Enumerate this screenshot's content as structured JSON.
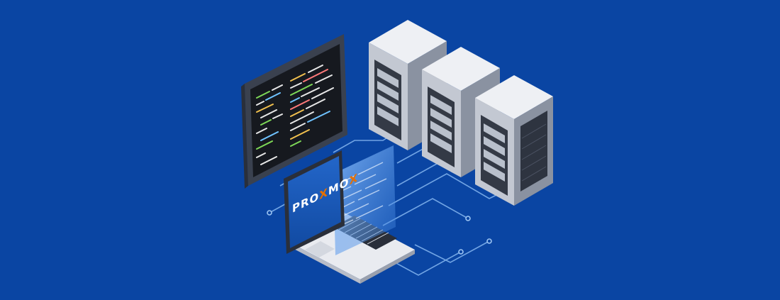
{
  "scene": {
    "background_color": "#0a45a3",
    "colors": {
      "server_light": "#eef0f4",
      "server_mid": "#c3c8d2",
      "server_dark": "#7d8594",
      "monitor_frame": "#4a5160",
      "screen_dark": "#16191f",
      "circuit_line": "#7eb0ec",
      "laptop_body": "#e9ebf0",
      "laptop_screen": "#1856b5",
      "accent_orange": "#e57000"
    },
    "logo": {
      "letters": [
        "P",
        "R",
        "O",
        "X",
        "M",
        "O",
        "X"
      ],
      "accent_letters": [
        "X"
      ]
    },
    "icons": [
      "monitor-icon",
      "server-tower-icon",
      "laptop-icon",
      "circuit-trace-icon",
      "proxmox-logo-icon"
    ]
  }
}
